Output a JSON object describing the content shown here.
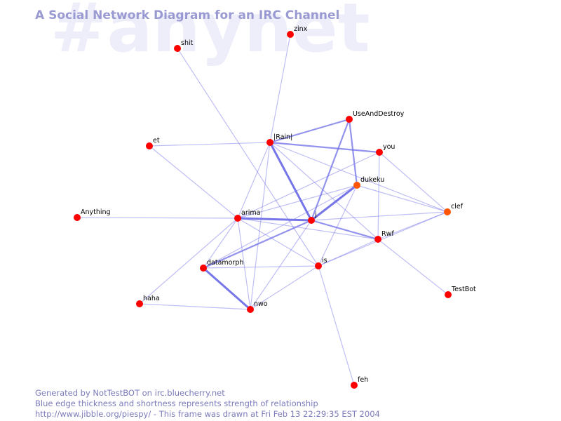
{
  "watermark": "#anynet",
  "title": "A Social Network Diagram for an IRC Channel",
  "footer": {
    "line1": "Generated by NotTestBOT on irc.bluecherry.net",
    "line2": "Blue edge thickness and shortness represents strength of relationship",
    "line3": "http://www.jibble.org/piespy/ - This frame was drawn at Fri Feb 13 22:29:35 EST 2004"
  },
  "colors": {
    "node": "#ff0000",
    "node_accent": "#ff5500",
    "edge": "#6f6fe8",
    "title": "#9a9ad2",
    "watermark": "#eeeefb"
  },
  "graph": {
    "nodes": [
      {
        "id": "zinx",
        "label": "zinx",
        "color": "#ff0000"
      },
      {
        "id": "shit",
        "label": "shit",
        "color": "#ff0000"
      },
      {
        "id": "UseAndDestroy",
        "label": "UseAndDestroy",
        "color": "#ff0000"
      },
      {
        "id": "Rain",
        "label": "|Rain|",
        "color": "#ff0000"
      },
      {
        "id": "et",
        "label": "et",
        "color": "#ff0000"
      },
      {
        "id": "you",
        "label": "you",
        "color": "#ff0000"
      },
      {
        "id": "dukeku",
        "label": "dukeku",
        "color": "#ff5500"
      },
      {
        "id": "Anything",
        "label": "Anything",
        "color": "#ff0000"
      },
      {
        "id": "arima",
        "label": "arima",
        "color": "#ff0000"
      },
      {
        "id": "j",
        "label": "j",
        "color": "#ff0000"
      },
      {
        "id": "clef",
        "label": "clef",
        "color": "#ff5500"
      },
      {
        "id": "Rwf",
        "label": "Rwf",
        "color": "#ff0000"
      },
      {
        "id": "datamorph",
        "label": "datamorph",
        "color": "#ff0000"
      },
      {
        "id": "is",
        "label": "is",
        "color": "#ff0000"
      },
      {
        "id": "TestBot",
        "label": "TestBot",
        "color": "#ff0000"
      },
      {
        "id": "haha",
        "label": "haha",
        "color": "#ff0000"
      },
      {
        "id": "nwo",
        "label": "nwo",
        "color": "#ff0000"
      },
      {
        "id": "feh",
        "label": "feh",
        "color": "#ff0000"
      }
    ],
    "edges": [
      {
        "source": "zinx",
        "target": "Rain",
        "weight": 1
      },
      {
        "source": "shit",
        "target": "is",
        "weight": 1
      },
      {
        "source": "UseAndDestroy",
        "target": "Rain",
        "weight": 2
      },
      {
        "source": "UseAndDestroy",
        "target": "j",
        "weight": 2
      },
      {
        "source": "UseAndDestroy",
        "target": "dukeku",
        "weight": 2
      },
      {
        "source": "Rain",
        "target": "you",
        "weight": 2
      },
      {
        "source": "Rain",
        "target": "j",
        "weight": 3
      },
      {
        "source": "Rain",
        "target": "et",
        "weight": 1
      },
      {
        "source": "Rain",
        "target": "arima",
        "weight": 1
      },
      {
        "source": "Rain",
        "target": "clef",
        "weight": 1
      },
      {
        "source": "Rain",
        "target": "Rwf",
        "weight": 1
      },
      {
        "source": "Rain",
        "target": "nwo",
        "weight": 1
      },
      {
        "source": "et",
        "target": "arima",
        "weight": 1
      },
      {
        "source": "Anything",
        "target": "arima",
        "weight": 1
      },
      {
        "source": "arima",
        "target": "j",
        "weight": 3
      },
      {
        "source": "arima",
        "target": "dukeku",
        "weight": 1
      },
      {
        "source": "arima",
        "target": "you",
        "weight": 1
      },
      {
        "source": "arima",
        "target": "Rwf",
        "weight": 1
      },
      {
        "source": "arima",
        "target": "is",
        "weight": 1
      },
      {
        "source": "arima",
        "target": "datamorph",
        "weight": 1
      },
      {
        "source": "arima",
        "target": "nwo",
        "weight": 1
      },
      {
        "source": "arima",
        "target": "haha",
        "weight": 1
      },
      {
        "source": "j",
        "target": "dukeku",
        "weight": 3
      },
      {
        "source": "j",
        "target": "Rwf",
        "weight": 2
      },
      {
        "source": "j",
        "target": "clef",
        "weight": 1
      },
      {
        "source": "j",
        "target": "datamorph",
        "weight": 2
      },
      {
        "source": "j",
        "target": "nwo",
        "weight": 1
      },
      {
        "source": "you",
        "target": "clef",
        "weight": 1
      },
      {
        "source": "you",
        "target": "Rwf",
        "weight": 1
      },
      {
        "source": "dukeku",
        "target": "clef",
        "weight": 1
      },
      {
        "source": "dukeku",
        "target": "is",
        "weight": 1
      },
      {
        "source": "dukeku",
        "target": "datamorph",
        "weight": 1
      },
      {
        "source": "Rwf",
        "target": "clef",
        "weight": 1
      },
      {
        "source": "Rwf",
        "target": "is",
        "weight": 1
      },
      {
        "source": "Rwf",
        "target": "TestBot",
        "weight": 1
      },
      {
        "source": "is",
        "target": "datamorph",
        "weight": 1
      },
      {
        "source": "is",
        "target": "nwo",
        "weight": 1
      },
      {
        "source": "is",
        "target": "clef",
        "weight": 1
      },
      {
        "source": "is",
        "target": "feh",
        "weight": 1
      },
      {
        "source": "datamorph",
        "target": "nwo",
        "weight": 3
      },
      {
        "source": "haha",
        "target": "nwo",
        "weight": 1
      }
    ]
  }
}
